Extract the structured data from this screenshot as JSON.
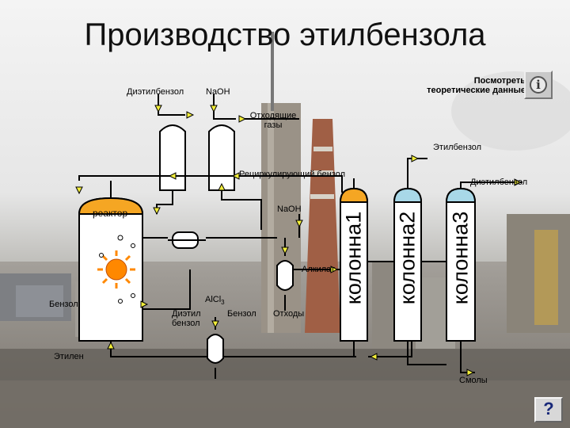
{
  "title": "Производство этилбензола",
  "theory_link": "Посмотреть\nтеоретические данные",
  "labels": {
    "diethylbenzene_top": "Диэтилбензол",
    "naoh_top": "NaOH",
    "offgas": "Отходящие\nгазы",
    "ethylbenzene": "Этилбензол",
    "recycle_benzene": "Рециркулирующий бензол",
    "diethylbenzene_right": "Диэтилбензол",
    "reactor": "реактор",
    "naoh_mid": "NaOH",
    "alkylate": "Алкилат",
    "benzene_left": "Бензол",
    "alcl3": "AlCl",
    "alcl3_sub": "3",
    "diethyl_bottom": "Диэтил\nбензол",
    "benzene_bottom": "Бензол",
    "waste": "Отходы",
    "ethylene": "Этилен",
    "resins": "Смолы",
    "column1": "колонна1",
    "column2": "колонна2",
    "column3": "колонна3"
  },
  "buttons": {
    "info": "i",
    "help": "?"
  },
  "colors": {
    "dome_orange": "#f5a623",
    "dome_blue": "#a8d8e8",
    "pipe": "#000000",
    "arrow": "#f2ee3a",
    "sun": "#ff8800"
  }
}
